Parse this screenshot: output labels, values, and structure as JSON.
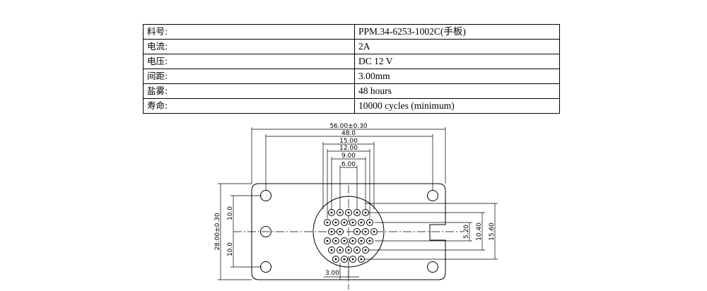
{
  "spec_table": {
    "rows": [
      {
        "label": "料号:",
        "value": "PPM.34-6253-1002C(手板)"
      },
      {
        "label": "电流:",
        "value": "2A"
      },
      {
        "label": "电压:",
        "value": "DC 12 V"
      },
      {
        "label": "间距:",
        "value": "3.00mm"
      },
      {
        "label": "盐雾:",
        "value": "48 hours"
      },
      {
        "label": "寿命:",
        "value": "10000 cycles (minimum)"
      }
    ]
  },
  "drawing": {
    "dimensions": {
      "overall_width": "56.00±0.30",
      "hole_span": "48.0",
      "span_15": "15.00",
      "span_12": "12.00",
      "span_9": "9.00",
      "span_6": "6.00",
      "pitch": "3.00",
      "overall_height": "28.00±0.30",
      "upper_offset": "10.0",
      "lower_offset": "10.0",
      "right_520": "5.20",
      "right_1040": "10.40",
      "right_1560": "15.60"
    }
  }
}
